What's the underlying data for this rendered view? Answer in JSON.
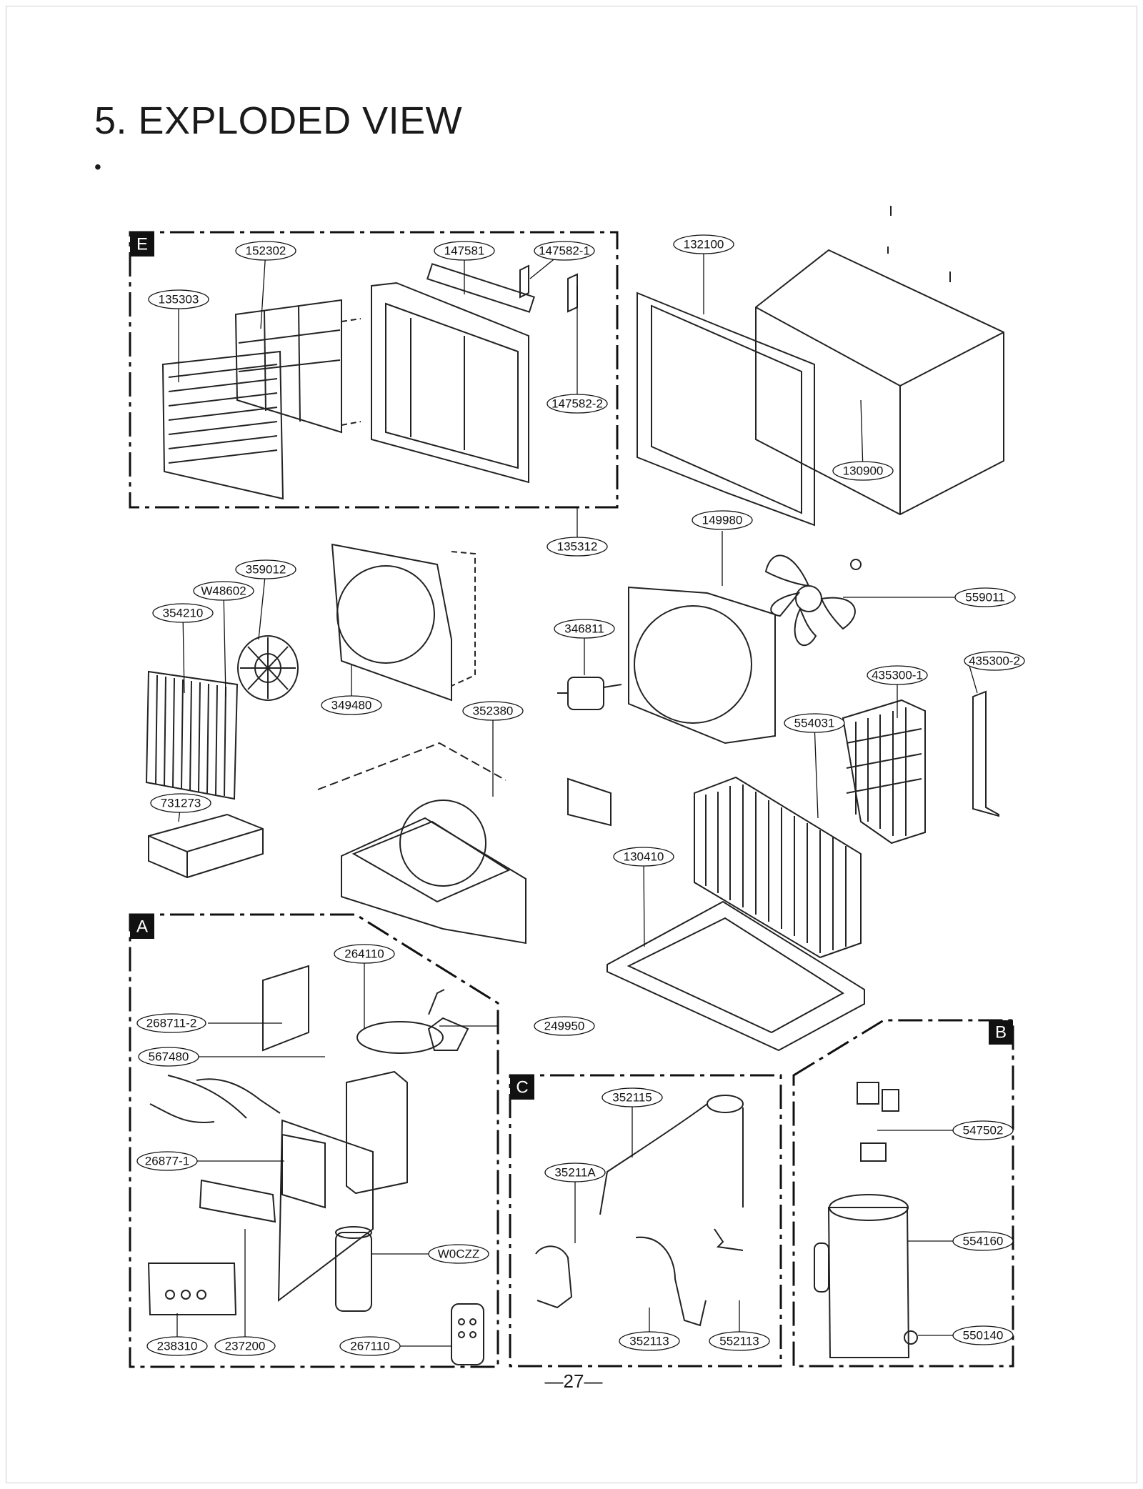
{
  "page": {
    "title": "5. EXPLODED VIEW",
    "bullet": "•",
    "page_number": "—27—"
  },
  "sections": {
    "E": "E",
    "A": "A",
    "C": "C",
    "B": "B"
  },
  "parts": {
    "p152302": "152302",
    "p147581": "147581",
    "p147582_1": "147582-1",
    "p135303": "135303",
    "p147582_2": "147582-2",
    "p135312": "135312",
    "p132100": "132100",
    "p130900": "130900",
    "p149980": "149980",
    "p559011": "559011",
    "p359012": "359012",
    "pW48602": "W48602",
    "p354210": "354210",
    "p349480": "349480",
    "p346811": "346811",
    "p352380": "352380",
    "p435300_1": "435300-1",
    "p435300_2": "435300-2",
    "p554031": "554031",
    "p731273": "731273",
    "p130410": "130410",
    "p264110": "264110",
    "p268711_2": "268711-2",
    "p249950": "249950",
    "p567480": "567480",
    "p26877_1": "26877-1",
    "pW0CZZ": "W0CZZ",
    "p238310": "238310",
    "p237200": "237200",
    "p267110": "267110",
    "p352115": "352115",
    "p35211A": "35211A",
    "p352113": "352113",
    "p552113": "552113",
    "p547502": "547502",
    "p554160": "554160",
    "p550140": "550140"
  }
}
